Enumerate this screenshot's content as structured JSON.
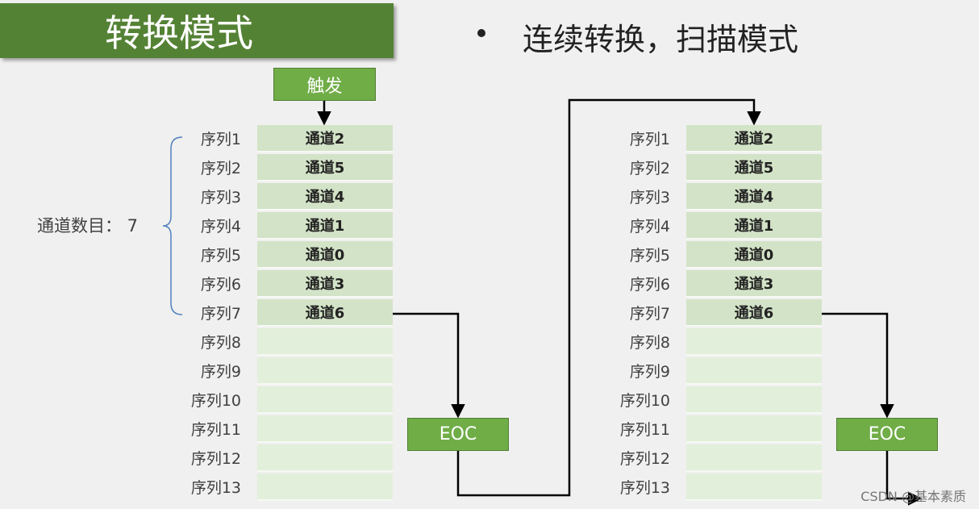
{
  "title": "转换模式",
  "bullet": "连续转换，扫描模式",
  "trigger_label": "触发",
  "channel_count_label": "通道数目：  7",
  "eoc_label": "EOC",
  "sequence_labels": [
    "序列1",
    "序列2",
    "序列3",
    "序列4",
    "序列5",
    "序列6",
    "序列7",
    "序列8",
    "序列9",
    "序列10",
    "序列11",
    "序列12",
    "序列13"
  ],
  "channels": [
    "通道2",
    "通道5",
    "通道4",
    "通道1",
    "通道0",
    "通道3",
    "通道6",
    "",
    "",
    "",
    "",
    "",
    ""
  ],
  "watermark": "CSDN @基本素质",
  "colors": {
    "title_bg": "#548235",
    "button_bg": "#70ad47",
    "cell_bg": "#e2efda",
    "cell_filled_bg": "#d3e3c7",
    "brace": "#4f81bd"
  }
}
